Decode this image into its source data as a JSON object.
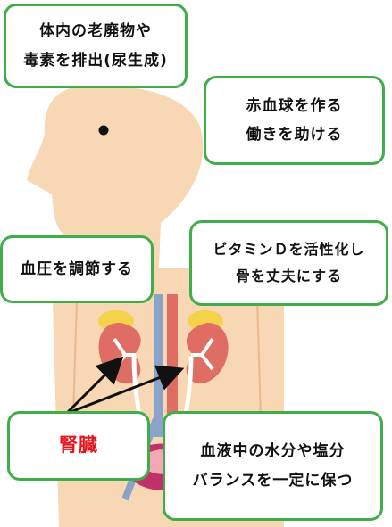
{
  "callouts": {
    "waste": {
      "line1": "体内の老廃物や",
      "line2": "毒素を排出(尿生成)"
    },
    "blood": {
      "line1": "赤血球を作る",
      "line2": "働きを助ける"
    },
    "pressure": {
      "line1": "血圧を調節する"
    },
    "vitamin": {
      "line1": "ビタミンＤを活性化し",
      "line2": "骨を丈夫にする"
    },
    "kidney_label": {
      "line1": "腎臓"
    },
    "balance": {
      "line1": "血液中の水分や塩分",
      "line2": "バランスを一定に保つ"
    }
  },
  "colors": {
    "skin": "#f7d7b4",
    "border_green": "#3fae4a",
    "kidney_red": "#e06d64",
    "label_red": "#e8141c",
    "adrenal_yellow": "#f4d24a",
    "vessel_blue": "#8aa3c9"
  }
}
